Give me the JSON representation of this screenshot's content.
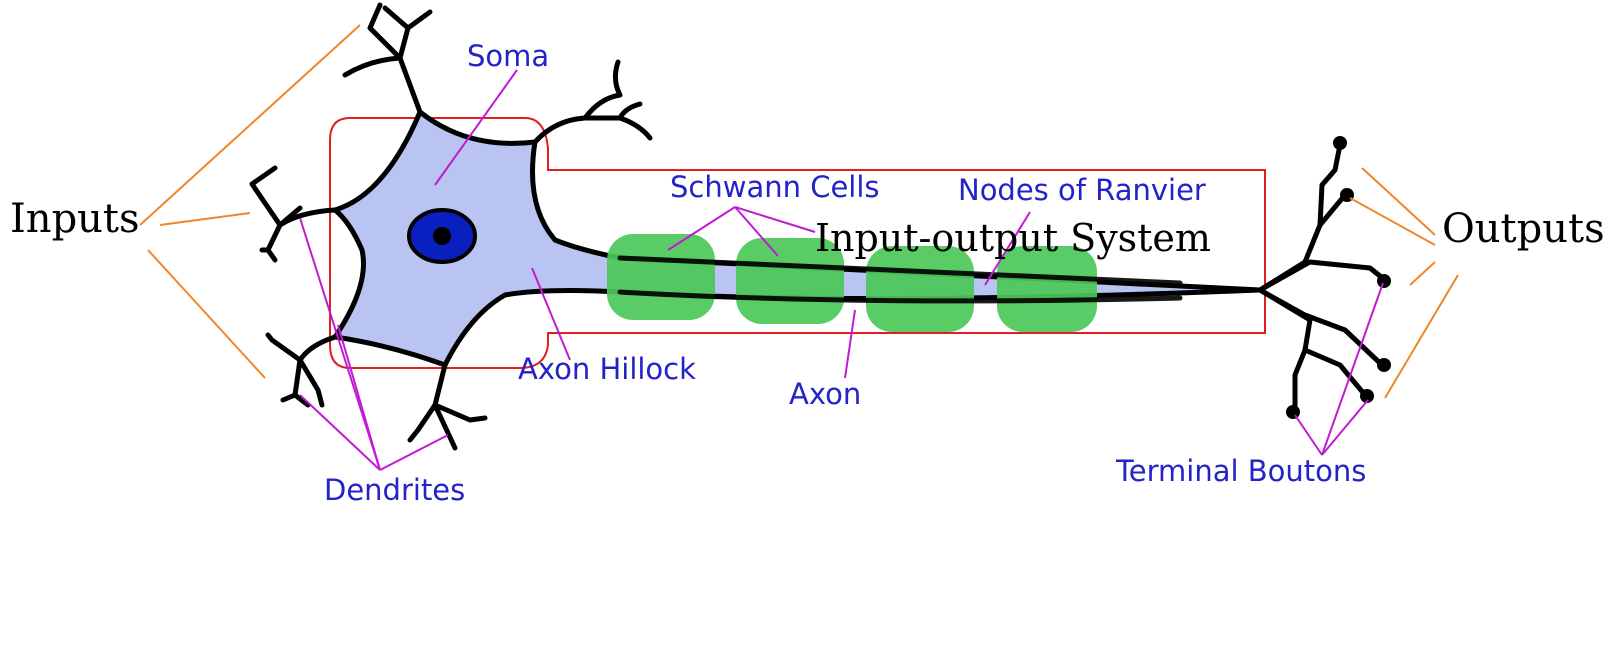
{
  "labels": {
    "inputs": "Inputs",
    "outputs": "Outputs",
    "soma": "Soma",
    "schwann_cells": "Schwann Cells",
    "nodes_of_ranvier": "Nodes of Ranvier",
    "system": "Input-output System",
    "axon_hillock": "Axon Hillock",
    "axon": "Axon",
    "dendrites": "Dendrites",
    "terminal_boutons": "Terminal Boutons"
  },
  "colors": {
    "label_text": "#2323c8",
    "soma_fill": "#b9c4f2",
    "nucleus": "#0a1fc0",
    "schwann": "#4cc85a",
    "system_box": "#e02020",
    "leader_magenta": "#c01bd3",
    "leader_orange": "#f0862a"
  }
}
